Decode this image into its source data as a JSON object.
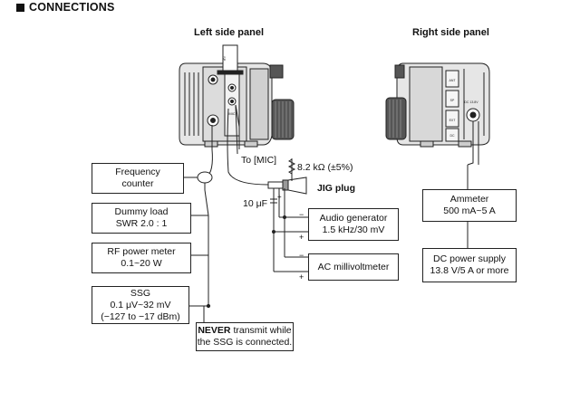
{
  "section": {
    "title": "CONNECTIONS"
  },
  "panels": {
    "left_title": "Left side panel",
    "right_title": "Right side panel"
  },
  "labels": {
    "to_mic": "To [MIC]",
    "resistor": "8.2 kΩ (±5%)",
    "jig_plug": "JIG plug",
    "capacitor": "10 μF",
    "minus_top": "−",
    "plus_top": "+",
    "minus_bottom": "−",
    "plus_bottom": "+",
    "plus_cap": "+"
  },
  "left_boxes": {
    "frequency_counter": {
      "line1": "Frequency",
      "line2": "counter"
    },
    "dummy_load": {
      "line1": "Dummy load",
      "line2": "SWR 2.0 : 1"
    },
    "rf_power_meter": {
      "line1": "RF power meter",
      "line2": "0.1~20 W"
    },
    "ssg": {
      "line1": "SSG",
      "line2": "0.1 μV~32 mV",
      "line3": "(−127 to −17 dBm)"
    }
  },
  "mid_boxes": {
    "audio_generator": {
      "line1": "Audio generator",
      "line2": "1.5 kHz/30 mV"
    },
    "ac_millivoltmeter": {
      "line1": "AC millivoltmeter"
    }
  },
  "right_boxes": {
    "ammeter": {
      "line1": "Ammeter",
      "line2": "500 mA~5 A"
    },
    "dc_power_supply": {
      "line1": "DC power supply",
      "line2": "13.8 V/5 A or more"
    }
  },
  "warning": {
    "bold": "NEVER",
    "rest": " transmit while",
    "line2": "the SSG is connected."
  },
  "radio_marks": {
    "left_jack_a": "SP",
    "left_jack_b": "MIC",
    "right_jack": "DC 13.8V",
    "right_btn_1": "ANT",
    "right_btn_2": "SP",
    "right_btn_3": "EXT",
    "right_btn_4": "DC"
  }
}
